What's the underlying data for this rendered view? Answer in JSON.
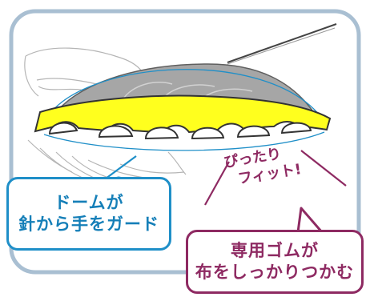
{
  "callouts": {
    "dome": {
      "line1": "ドームが",
      "line2": "針から手をガード"
    },
    "rubber": {
      "line1": "専用ゴムが",
      "line2": "布をしっかりつかむ"
    },
    "fit": {
      "line1": "ぴったり",
      "line2": "フィット!"
    }
  },
  "colors": {
    "frame": "#a9bfd2",
    "dome": "#a6a6a6",
    "rubber_band": "#ffff1e",
    "accent_blue": "#1f8fc8",
    "accent_purple": "#8e2a62"
  },
  "icons": [
    "hand-illustration",
    "needle-icon",
    "thimble-dome-illustration"
  ]
}
